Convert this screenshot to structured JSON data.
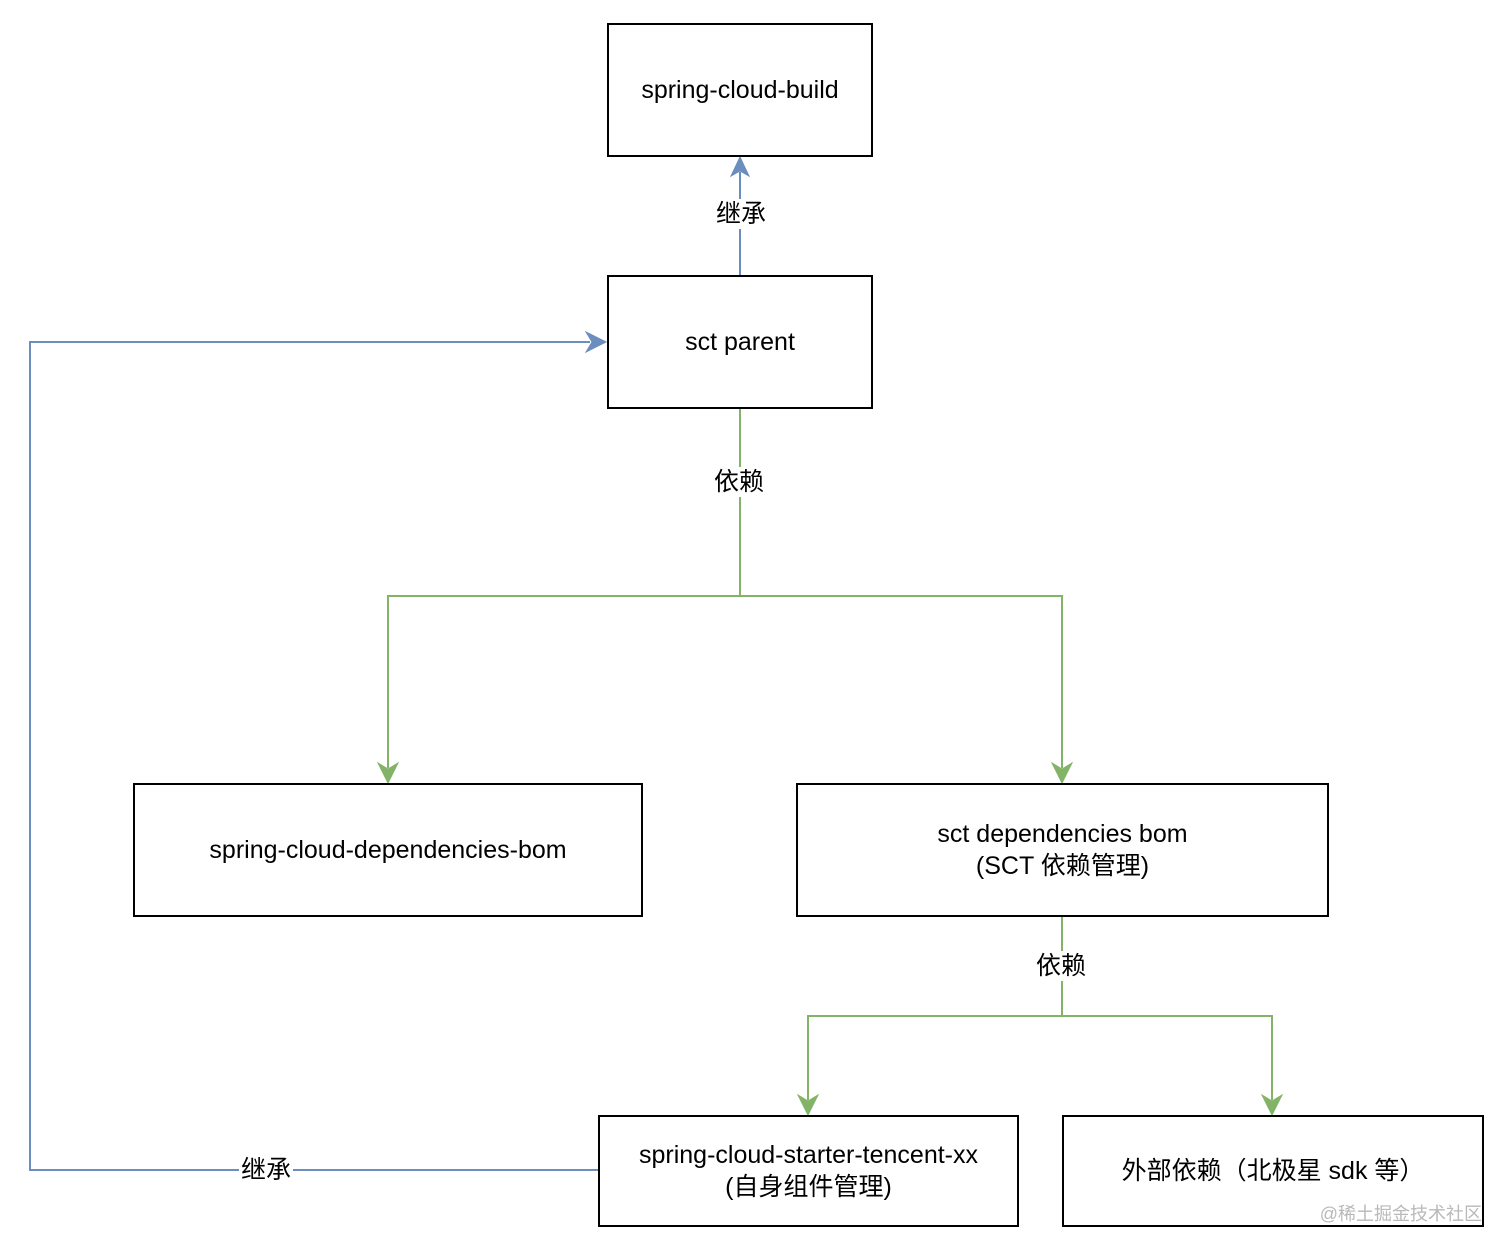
{
  "nodes": {
    "spring_cloud_build": {
      "lines": [
        "spring-cloud-build"
      ]
    },
    "sct_parent": {
      "lines": [
        "sct parent"
      ]
    },
    "spring_cloud_dependencies_bom": {
      "lines": [
        "spring-cloud-dependencies-bom"
      ]
    },
    "sct_dependencies_bom": {
      "lines": [
        "sct dependencies bom",
        "(SCT 依赖管理)"
      ]
    },
    "spring_cloud_starter_tencent": {
      "lines": [
        "spring-cloud-starter-tencent-xx",
        "(自身组件管理)"
      ]
    },
    "external_deps": {
      "lines": [
        "外部依赖（北极星 sdk 等）"
      ]
    }
  },
  "edges": [
    {
      "from": "sct parent",
      "to": "spring-cloud-build",
      "label": "继承",
      "kind": "inheritance"
    },
    {
      "from": "sct parent",
      "to": "spring-cloud-dependencies-bom",
      "label": "依赖",
      "kind": "dependency"
    },
    {
      "from": "sct parent",
      "to": "sct dependencies bom",
      "label": "依赖",
      "kind": "dependency"
    },
    {
      "from": "sct dependencies bom",
      "to": "spring-cloud-starter-tencent-xx",
      "label": "依赖",
      "kind": "dependency"
    },
    {
      "from": "sct dependencies bom",
      "to": "外部依赖（北极星 sdk 等）",
      "label": "依赖",
      "kind": "dependency"
    },
    {
      "from": "spring-cloud-starter-tencent-xx",
      "to": "sct parent",
      "label": "继承",
      "kind": "inheritance"
    }
  ],
  "labels": {
    "inherit_top": "继承",
    "depend_parent": "依赖",
    "depend_bom": "依赖",
    "inherit_left": "继承"
  },
  "colors": {
    "inheritance": "#6c8ebf",
    "dependency": "#82b366",
    "node_border": "#000000"
  },
  "watermark": "@稀土掘金技术社区"
}
